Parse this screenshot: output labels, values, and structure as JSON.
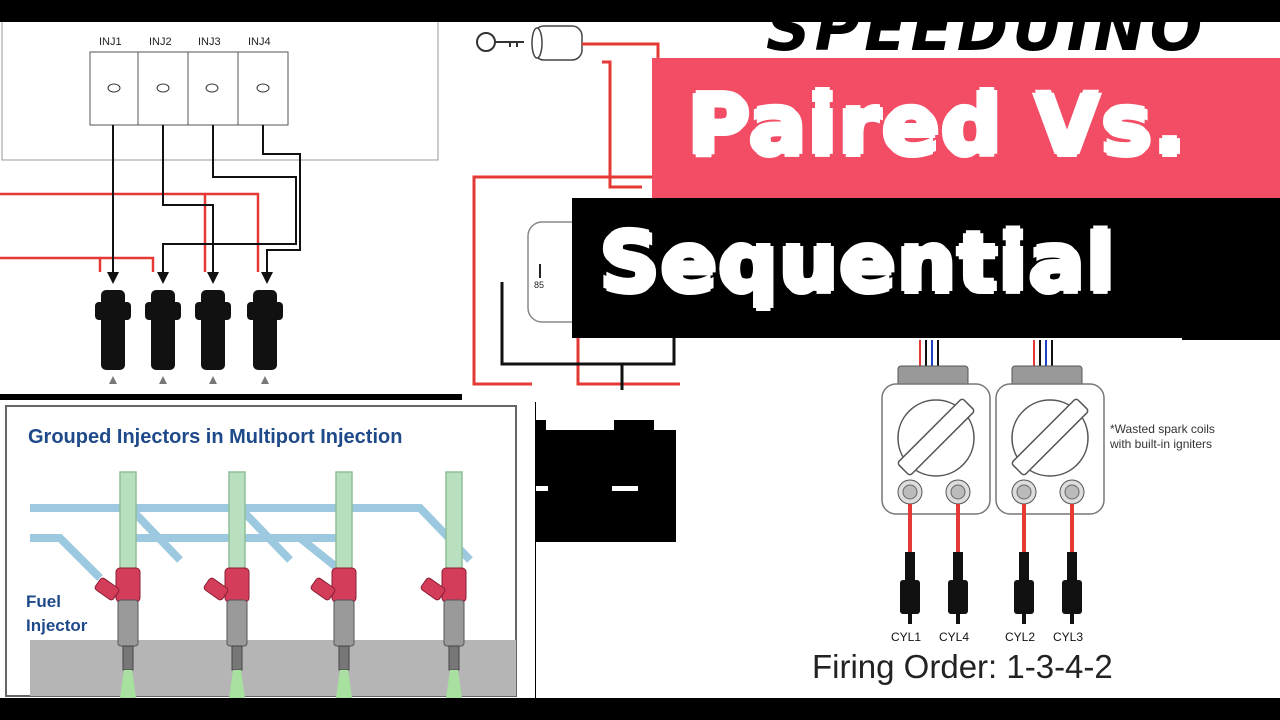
{
  "title": {
    "line1": "Paired Vs.",
    "line2": "Sequential"
  },
  "logo": {
    "text": "SPEEDUINO"
  },
  "injector_wiring": {
    "labels": [
      "INJ1",
      "INJ2",
      "INJ3",
      "INJ4"
    ]
  },
  "relay": {
    "pin_label": "85"
  },
  "grouped": {
    "title": "Grouped Injectors in Multiport Injection",
    "fuel_label_1": "Fuel",
    "fuel_label_2": "Injector"
  },
  "coils": {
    "note_1": "*Wasted spark coils",
    "note_2": "with built-in igniters",
    "cylinders": [
      "CYL1",
      "CYL4",
      "CYL2",
      "CYL3"
    ],
    "firing_order": "Firing Order: 1-3-4-2"
  },
  "colors": {
    "banner_pink": "#f24d64",
    "wire_red": "#e53935",
    "text_blue": "#1f4a8a"
  },
  "icons": [
    "key-icon",
    "ignition-switch-icon",
    "relay-icon",
    "battery-icon",
    "fuel-injector-icon",
    "spark-plug-icon",
    "ignition-coil-icon"
  ]
}
